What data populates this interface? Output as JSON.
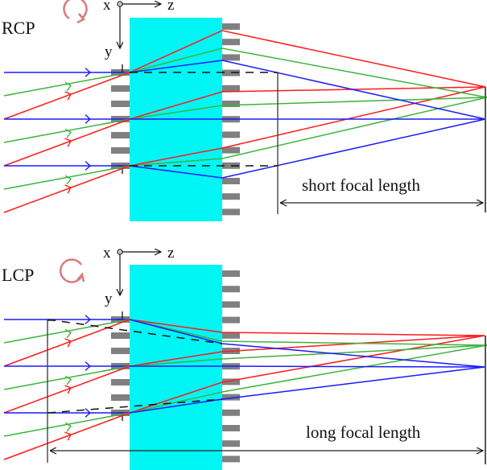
{
  "colors": {
    "slab": "#00f5f5",
    "bar": "#808080",
    "blue": "#1a1aff",
    "green": "#3cb43c",
    "red": "#ff1a1a",
    "dashed": "#111111",
    "circle_arrow": "#d97b7b",
    "axis": "#111111"
  },
  "panels": [
    {
      "id": "top",
      "polarization": "RCP",
      "axes": {
        "x": "x",
        "y": "y",
        "z": "z"
      },
      "dimension_label": "short focal length",
      "focus_type": "short"
    },
    {
      "id": "bottom",
      "polarization": "LCP",
      "axes": {
        "x": "x",
        "y": "y",
        "z": "z"
      },
      "dimension_label": "long focal length",
      "focus_type": "long"
    }
  ],
  "legend_colors": [
    "blue",
    "green",
    "red"
  ]
}
